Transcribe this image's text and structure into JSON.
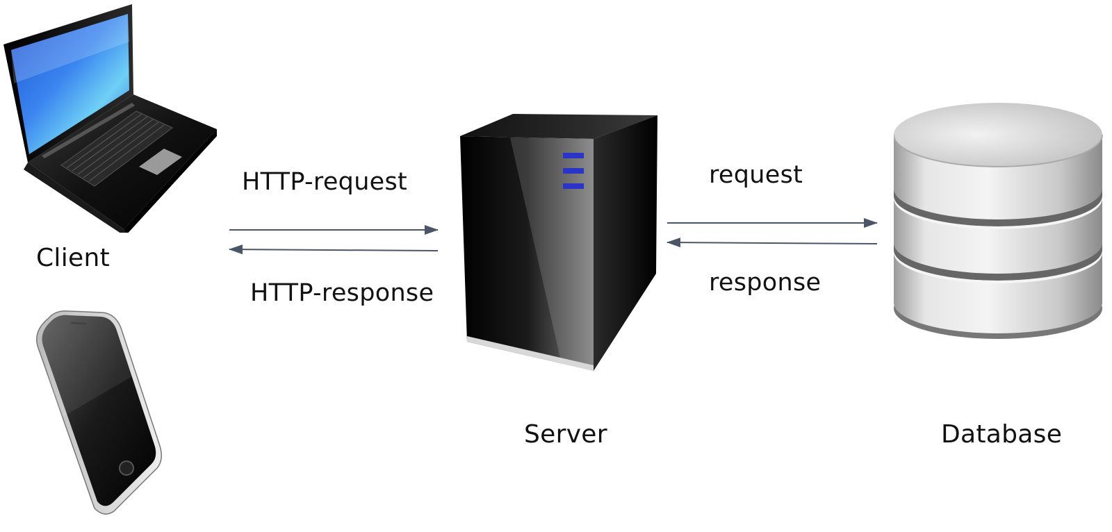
{
  "nodes": {
    "client": {
      "label": "Client",
      "devices": [
        "laptop-icon",
        "smartphone-icon"
      ]
    },
    "server": {
      "label": "Server",
      "icon": "server-tower-icon"
    },
    "database": {
      "label": "Database",
      "icon": "database-cylinder-icon"
    }
  },
  "edges": {
    "client_to_server": {
      "label": "HTTP-request"
    },
    "server_to_client": {
      "label": "HTTP-response"
    },
    "server_to_database": {
      "label": "request"
    },
    "database_to_server": {
      "label": "response"
    }
  },
  "colors": {
    "arrow": "#4a5568",
    "text": "#111111",
    "screen_blue": "#2f6fe0",
    "server_black": "#050505",
    "server_led": "#2b34c8",
    "db_gray": "#c8c8c8"
  }
}
